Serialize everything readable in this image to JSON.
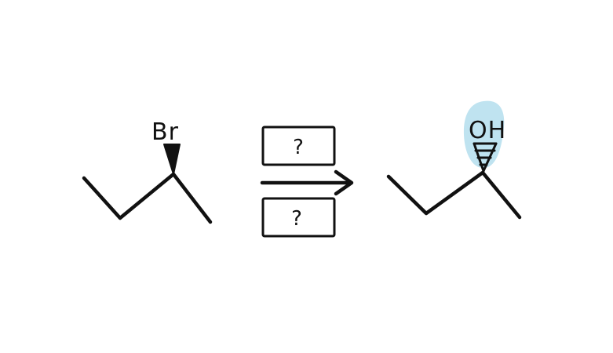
{
  "reactant": {
    "substituent_label": "Br",
    "stereo_bond": "wedge"
  },
  "reagent_boxes": [
    {
      "label": "?"
    },
    {
      "label": "?"
    }
  ],
  "product": {
    "substituent_label": "OH",
    "stereo_bond": "hashed-wedge",
    "highlight_color": "#bfe3f0"
  },
  "colors": {
    "ink": "#111111",
    "highlight": "#bfe3f0"
  }
}
